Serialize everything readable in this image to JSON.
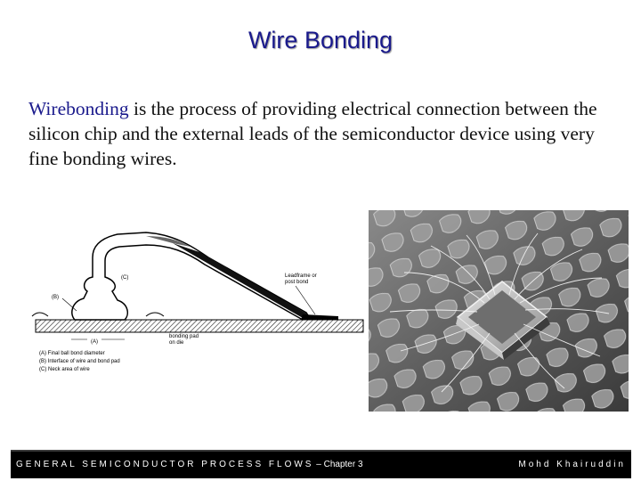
{
  "slide": {
    "title": "Wire Bonding",
    "body_highlight": "Wirebonding",
    "body_rest": " is the process of providing electrical connection between the silicon chip and the external leads of the semiconductor device using very fine bonding wires."
  },
  "diagram": {
    "label_c": "(C)",
    "label_b": "(B)",
    "label_a": "(A)",
    "label_leadframe_1": "Leadframe or",
    "label_leadframe_2": "post bond",
    "label_pad_1": "bonding pad",
    "label_pad_2": "on die",
    "legend_a": "(A) Final ball bond diameter",
    "legend_b": "(B) Interface of wire and bond pad",
    "legend_c": "(C) Neck area of wire"
  },
  "footer": {
    "left_text": "GENERAL SEMICONDUCTOR PROCESS FLOWS",
    "chapter": " – Chapter 3",
    "right_text": "Mohd Khairuddin"
  }
}
